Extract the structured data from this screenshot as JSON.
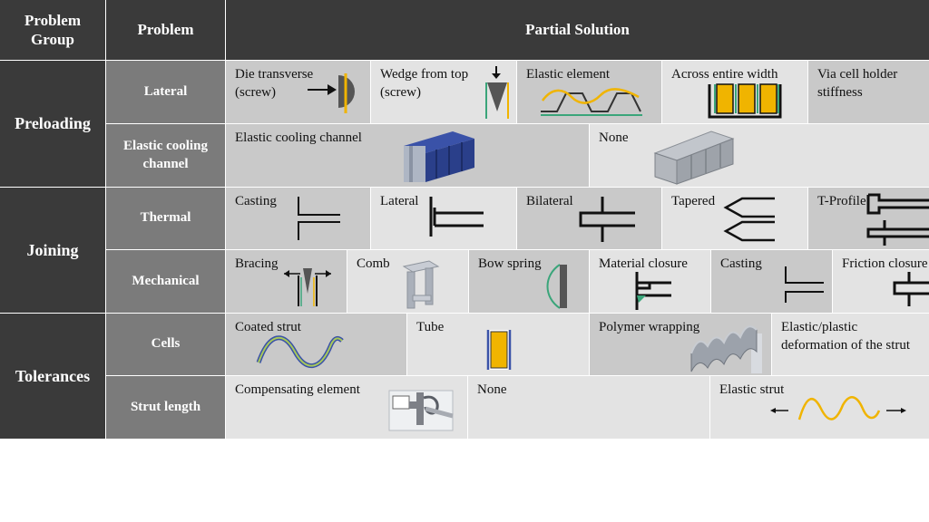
{
  "header": {
    "problem_group": "Problem\nGroup",
    "problem": "Problem",
    "partial_solution": "Partial Solution"
  },
  "groups": {
    "preloading": "Preloading",
    "joining": "Joining",
    "tolerances": "Tolerances"
  },
  "problems": {
    "lateral": "Lateral",
    "elastic_cooling_channel": "Elastic cooling channel",
    "thermal": "Thermal",
    "mechanical": "Mechanical",
    "cells": "Cells",
    "strut_length": "Strut length"
  },
  "solutions": {
    "lateral": [
      "Die transverse\n(screw)",
      "Wedge from top\n(screw)",
      "Elastic element",
      "Across entire width",
      "Via cell holder\nstiffness"
    ],
    "elastic_cooling_channel": [
      "Elastic cooling channel",
      "None"
    ],
    "thermal": [
      "Casting",
      "Lateral",
      "Bilateral",
      "Tapered",
      "T-Profile"
    ],
    "mechanical": [
      "Bracing",
      "Comb",
      "Bow spring",
      "Material closure",
      "Casting",
      "Friction closure"
    ],
    "cells": [
      "Coated strut",
      "Tube",
      "Polymer wrapping",
      "Elastic/plastic\ndeformation of the strut"
    ],
    "strut_length": [
      "Compensating element",
      "None",
      "Elastic strut"
    ]
  },
  "colors": {
    "header": "#3a3a3a",
    "problem": "#7b7b7b",
    "dark_cell": "#c9c9c9",
    "light_cell": "#e3e3e3",
    "accent_yellow": "#f0b400",
    "accent_green": "#3aa57a",
    "accent_blue": "#3a52a8"
  }
}
